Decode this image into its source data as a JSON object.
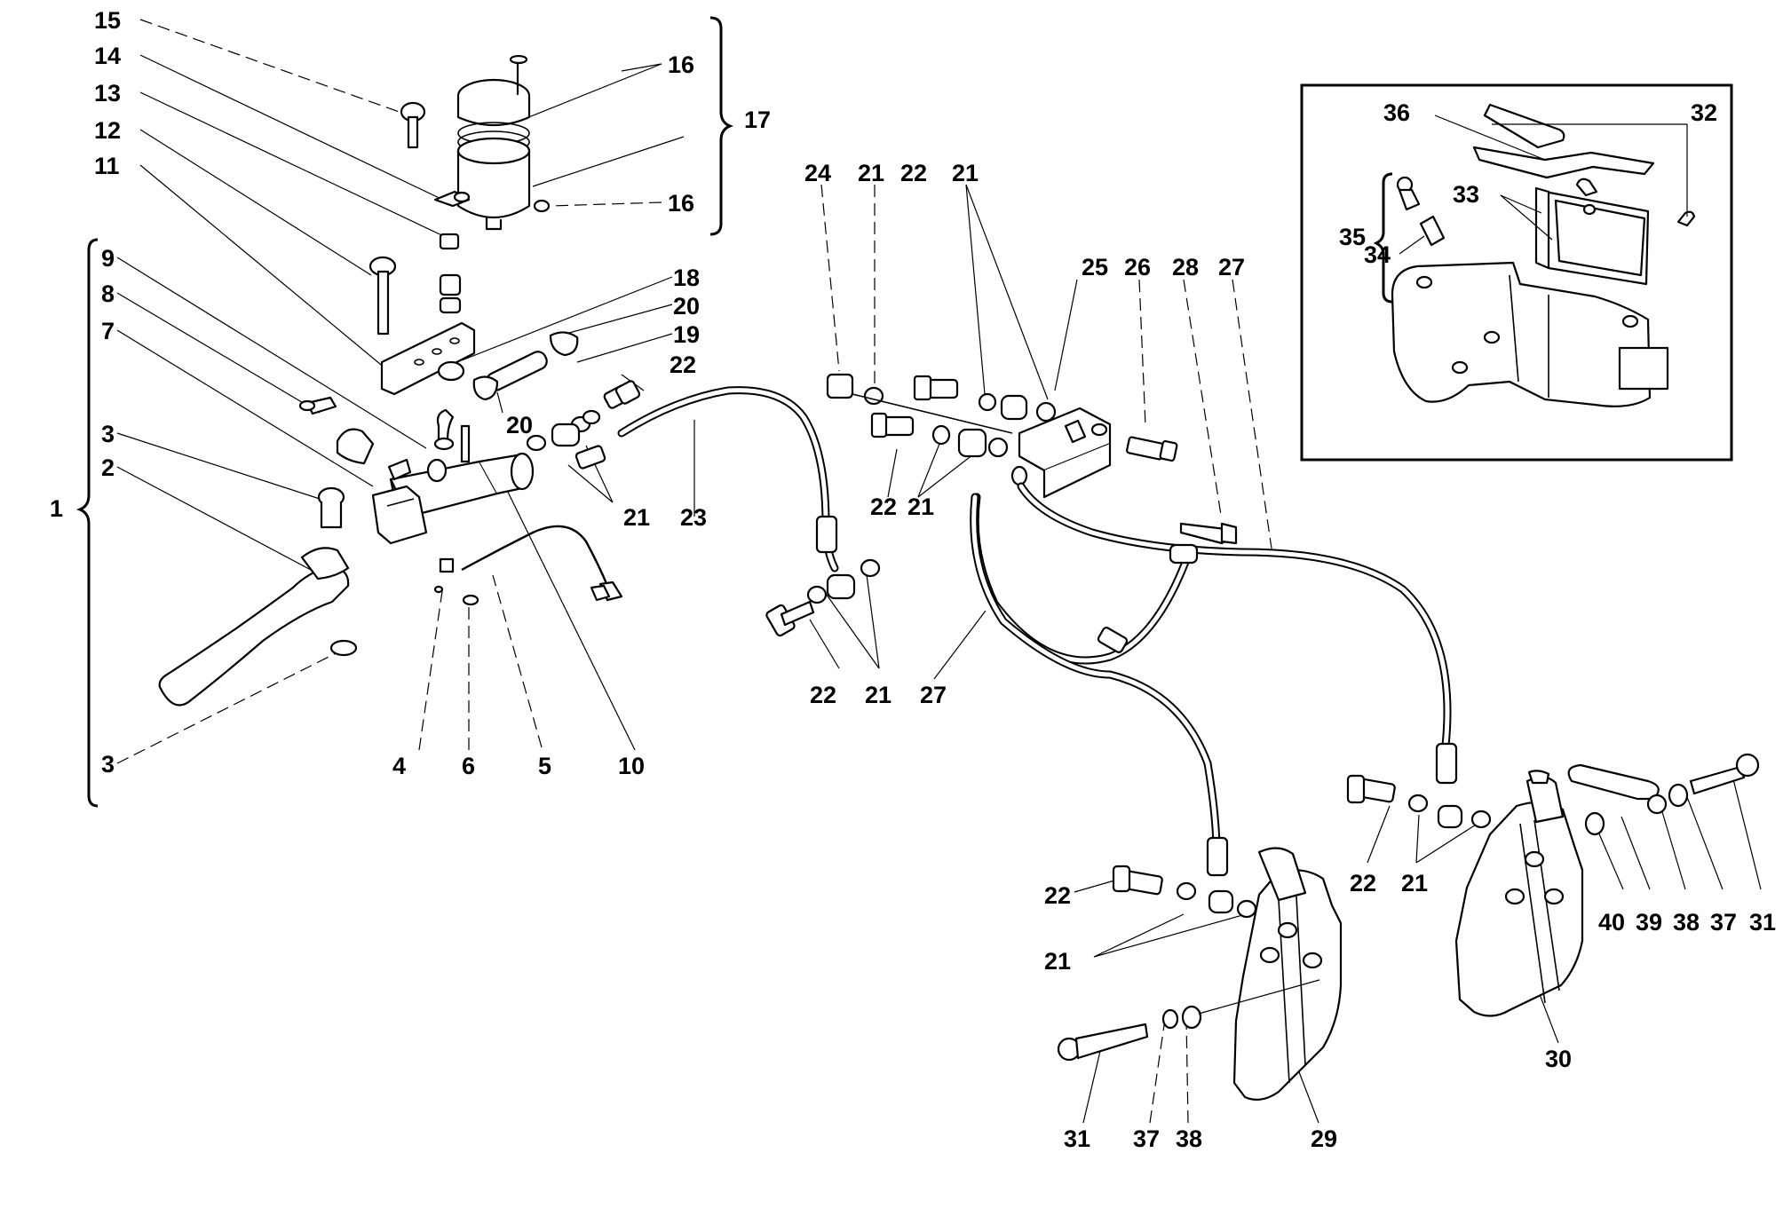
{
  "labels": {
    "l15": "15",
    "l14": "14",
    "l13": "13",
    "l12": "12",
    "l11": "11",
    "l9": "9",
    "l8": "8",
    "l7": "7",
    "l3a": "3",
    "l2": "2",
    "l1": "1",
    "l3b": "3",
    "l16a": "16",
    "l17": "17",
    "l16b": "16",
    "l18": "18",
    "l20a": "20",
    "l19": "19",
    "l22a": "22",
    "l20b": "20",
    "l21a": "21",
    "l23": "23",
    "l4": "4",
    "l6": "6",
    "l5": "5",
    "l10": "10",
    "l24": "24",
    "l21b": "21",
    "l22b": "22",
    "l21c": "21",
    "l25": "25",
    "l26": "26",
    "l28": "28",
    "l27a": "27",
    "l22c": "22",
    "l21d": "21",
    "l22d": "22",
    "l21e": "21",
    "l27b": "27",
    "l22e": "22",
    "l21f": "21",
    "l22f": "22",
    "l21g": "21",
    "l40": "40",
    "l39": "39",
    "l38a": "38",
    "l37a": "37",
    "l31a": "31",
    "l30": "30",
    "l31b": "31",
    "l37b": "37",
    "l38b": "38",
    "l29": "29",
    "l36": "36",
    "l32": "32",
    "l33": "33",
    "l35": "35",
    "l34": "34"
  }
}
